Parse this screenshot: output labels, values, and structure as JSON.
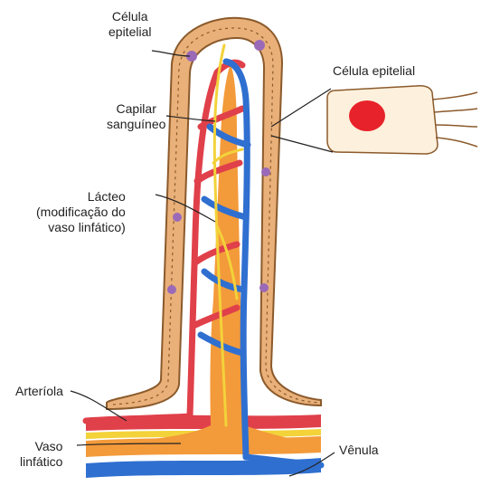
{
  "labels": {
    "celula_epitelial_top": "Célula\nepitelial",
    "celula_epitelial_right": "Célula epitelial",
    "capilar": "Capilar\nsanguíneo",
    "lacteo": "Lácteo\n(modificação do\nvaso linfático)",
    "arteriola": "Arteríola",
    "vaso_linfatico": "Vaso\nlinfático",
    "venula": "Vênula"
  },
  "colors": {
    "epithelium": "#c8884e",
    "epithelium_light": "#e9b07a",
    "goblet_cell": "#9a6ab8",
    "artery": "#e0404a",
    "vein": "#2f6fd0",
    "lymph": "#f39a3a",
    "nerve": "#f3d23a",
    "cell_body": "#fdf0dc",
    "nucleus": "#e8222a"
  }
}
